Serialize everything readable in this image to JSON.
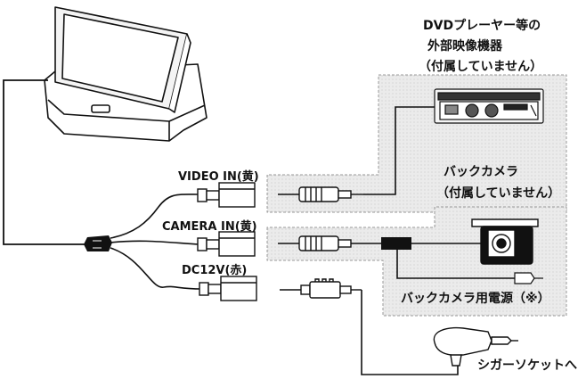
{
  "labels": {
    "video_in": "VIDEO IN(黄)",
    "camera_in": "CAMERA IN(黄)",
    "dc12v": "DC12V(赤)",
    "dvd_line1": "DVDプレーヤー等の",
    "dvd_line2": "外部映像機器",
    "dvd_line3": "（付属していません）",
    "camera_line1": "バックカメラ",
    "camera_line2": "（付属していません）",
    "camera_power": "バックカメラ用電源（※）",
    "cigar_socket": "シガーソケットへ"
  },
  "colors": {
    "line": "#111111",
    "panel": "#e8e8e8",
    "panel_border": "#9a9a9a"
  },
  "icons": [
    "monitor-icon",
    "dvd-player-icon",
    "back-camera-icon",
    "cigar-plug-icon",
    "rca-plug-icon",
    "dc-plug-icon"
  ]
}
